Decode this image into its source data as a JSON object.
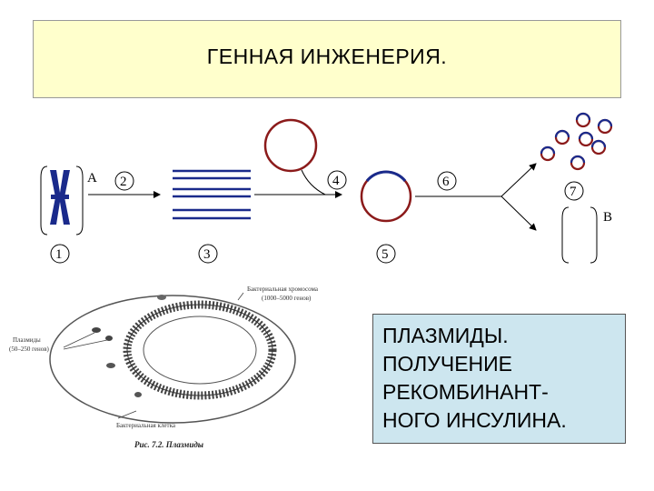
{
  "title": "ГЕННАЯ ИНЖЕНЕРИЯ.",
  "labels": {
    "A": "A",
    "B": "B",
    "n1": "1",
    "n2": "2",
    "n3": "3",
    "n4": "4",
    "n5": "5",
    "n6": "6",
    "n7": "7"
  },
  "figure": {
    "plasmids": "Плазмиды",
    "plasmids_genes": "(50–250 генов)",
    "chromosome": "Бактериальная хромосома",
    "chromosome_genes": "(1000–5000 генов)",
    "cell": "Бактериальная клетка",
    "caption": "Рис. 7.2. Плазмиды"
  },
  "box_lines": [
    "ПЛАЗМИДЫ.",
    "ПОЛУЧЕНИЕ",
    "РЕКОМБИНАНТ-",
    "НОГО ИНСУЛИНА."
  ],
  "colors": {
    "title_bg": "#ffffcc",
    "text_bg": "#cde6ef",
    "plasmid_red": "#8b1a1a",
    "plasmid_blue": "#1a2a8b",
    "chromosome": "#1a2a8b"
  }
}
